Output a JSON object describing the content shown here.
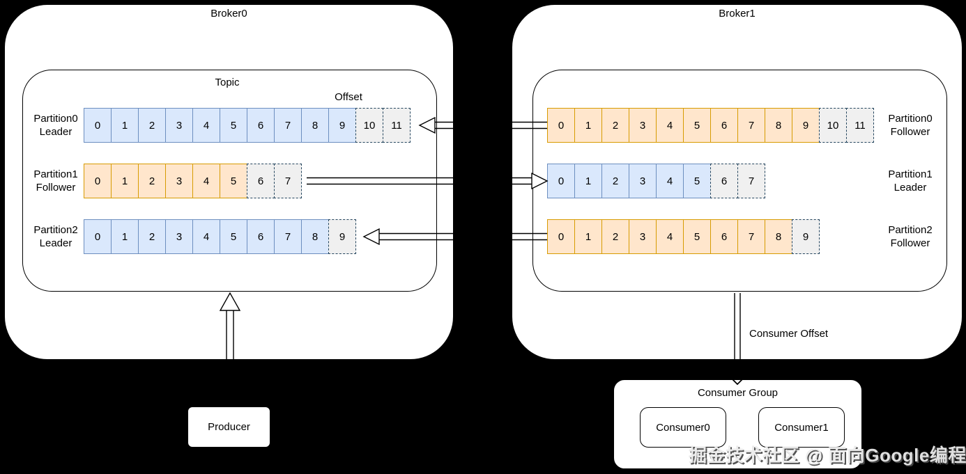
{
  "diagram": {
    "brokers": [
      {
        "title": "Broker0",
        "topic_label": "Topic",
        "offset_label": "Offset",
        "partitions": [
          {
            "name": "Partition0",
            "role": "Leader",
            "cells": [
              "0",
              "1",
              "2",
              "3",
              "4",
              "5",
              "6",
              "7",
              "8",
              "9"
            ],
            "pending": [
              "10",
              "11"
            ],
            "color": "blue"
          },
          {
            "name": "Partition1",
            "role": "Follower",
            "cells": [
              "0",
              "1",
              "2",
              "3",
              "4",
              "5"
            ],
            "pending": [
              "6",
              "7"
            ],
            "color": "orange"
          },
          {
            "name": "Partition2",
            "role": "Leader",
            "cells": [
              "0",
              "1",
              "2",
              "3",
              "4",
              "5",
              "6",
              "7",
              "8"
            ],
            "pending": [
              "9"
            ],
            "color": "blue"
          }
        ]
      },
      {
        "title": "Broker1",
        "partitions": [
          {
            "name": "Partition0",
            "role": "Follower",
            "cells": [
              "0",
              "1",
              "2",
              "3",
              "4",
              "5",
              "6",
              "7",
              "8",
              "9"
            ],
            "pending": [
              "10",
              "11"
            ],
            "color": "orange"
          },
          {
            "name": "Partition1",
            "role": "Leader",
            "cells": [
              "0",
              "1",
              "2",
              "3",
              "4",
              "5"
            ],
            "pending": [
              "6",
              "7"
            ],
            "color": "blue"
          },
          {
            "name": "Partition2",
            "role": "Follower",
            "cells": [
              "0",
              "1",
              "2",
              "3",
              "4",
              "5",
              "6",
              "7",
              "8"
            ],
            "pending": [
              "9"
            ],
            "color": "orange"
          }
        ]
      }
    ],
    "producer": {
      "label": "Producer"
    },
    "consumer_offset_label": "Consumer Offset",
    "consumer_group": {
      "title": "Consumer Group",
      "consumers": [
        {
          "label": "Consumer0"
        },
        {
          "label": "Consumer1"
        }
      ]
    },
    "watermark": "掘金技术社区 @ 面向Google编程",
    "colors": {
      "background": "#000000",
      "box_fill": "#ffffff",
      "box_stroke": "#000000",
      "blue_fill": "#dae8fc",
      "blue_stroke": "#6c8ebf",
      "orange_fill": "#ffe6cc",
      "orange_stroke": "#d79b00",
      "pending_fill": "#f0f0f0",
      "pending_stroke": "#23445d"
    }
  }
}
